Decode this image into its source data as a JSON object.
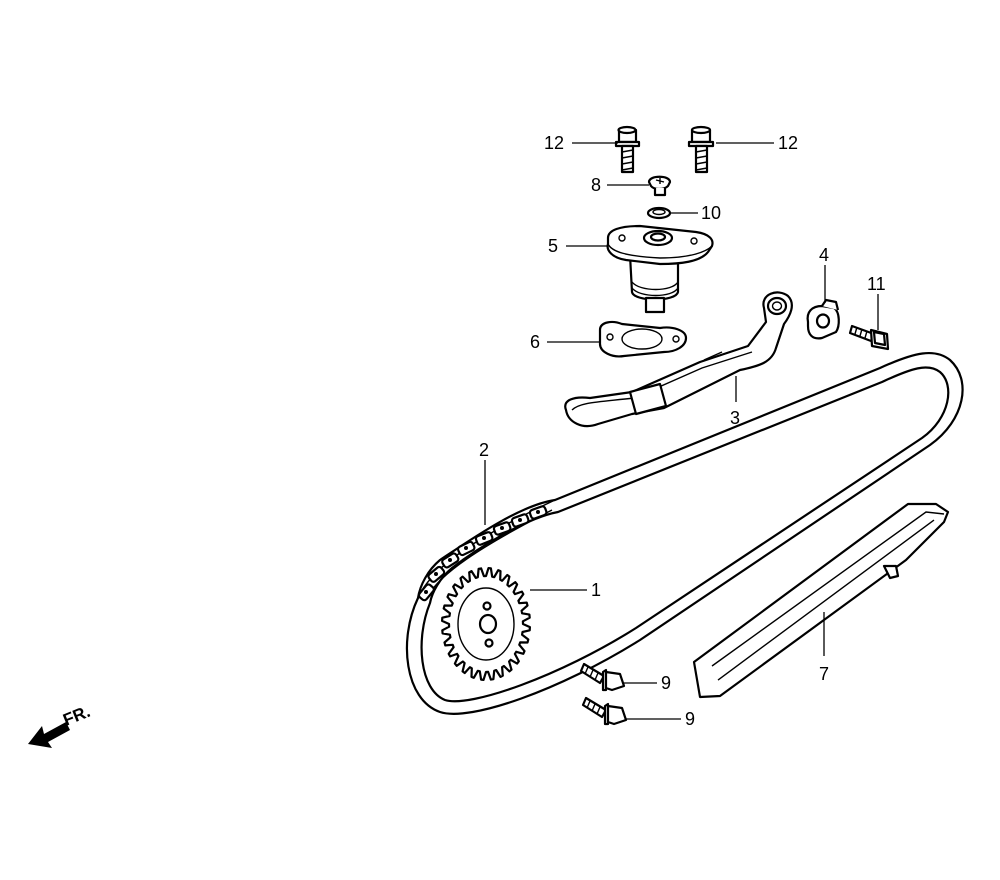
{
  "callouts": {
    "n1": "1",
    "n2": "2",
    "n3": "3",
    "n4": "4",
    "n5": "5",
    "n6": "6",
    "n7": "7",
    "n8": "8",
    "n9a": "9",
    "n9b": "9",
    "n10": "10",
    "n11": "11",
    "n12a": "12",
    "n12b": "12"
  },
  "direction": {
    "label": "FR."
  }
}
